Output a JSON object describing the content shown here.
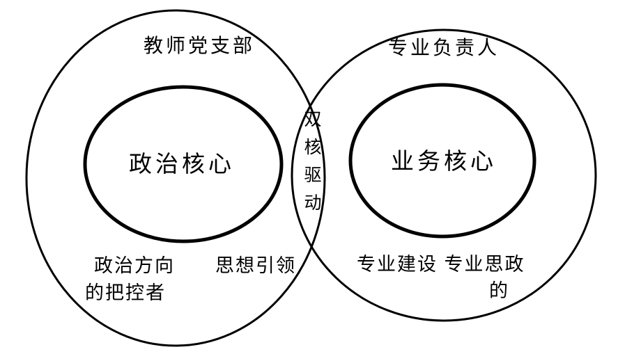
{
  "diagram": {
    "left": {
      "top_label": "教师党支部",
      "core_label": "政治核心",
      "bottom_text_a": "政治方向",
      "bottom_text_b": "思想引领",
      "bottom_text_c": "的把控者"
    },
    "right": {
      "top_label": "专业负责人",
      "core_label": "业务核心",
      "bottom_text_a": "专业建设 专业思政",
      "bottom_text_b": "的"
    },
    "overlap": {
      "label": "双核驱动"
    },
    "colors": {
      "stroke": "#000000",
      "background": "#ffffff"
    }
  }
}
